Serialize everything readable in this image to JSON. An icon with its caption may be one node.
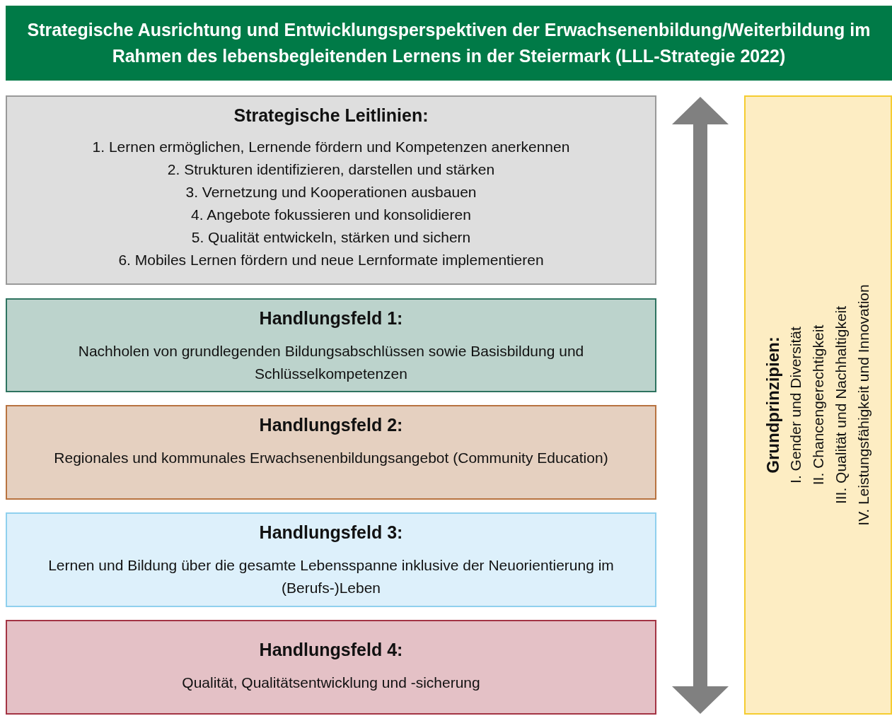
{
  "diagram": {
    "title": "Strategische Ausrichtung und Entwicklungsperspektiven der Erwachsenenbildung/Weiterbildung im Rahmen des lebensbegleitenden Lernens in der Steiermark (LLL-Strategie 2022)",
    "nodes": [
      {
        "text": [
          "Strategische Leitlinien:",
          "1. Lernen ermöglichen, Lernende fördern und Kompetenzen anerkennen",
          "2. Strukturen identifizieren, darstellen und stärken",
          "3. Vernetzung und Kooperationen ausbauen",
          "4. Angebote fokussieren und konsolidieren",
          "5. Qualität entwickeln, stärken und sichern",
          "6. Mobiles Lernen fördern und neue Lernformate implementieren"
        ]
      },
      {
        "text": [
          "Handlungsfeld 1:",
          "Nachholen von grundlegenden Bildungsabschlüssen sowie Basisbildung und Schlüsselkompetenzen"
        ]
      },
      {
        "text": [
          "Handlungsfeld 2:",
          "Regionales und kommunales Erwachsenenbildungsangebot (Community Education)"
        ]
      },
      {
        "text": [
          "Handlungsfeld 3:",
          "Lernen und Bildung über die gesamte Lebensspanne inklusive der Neuorientierung im (Berufs-)Leben"
        ]
      },
      {
        "text": [
          "Handlungsfeld 4:",
          "Qualität, Qualitätsentwicklung und -sicherung"
        ]
      },
      {
        "text": [
          "Grundprinzipien:",
          "I. Gender und Diversität",
          "II. Chancengerechtigkeit",
          "III. Qualität und Nachhaltigkeit",
          "IV. Leistungsfähigkeit und Innovation"
        ]
      }
    ],
    "edges": []
  }
}
